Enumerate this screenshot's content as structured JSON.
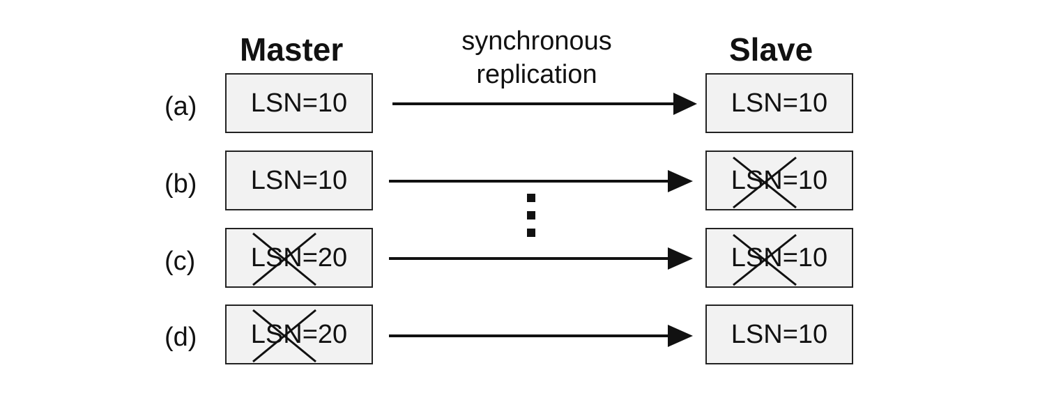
{
  "headers": {
    "master": "Master",
    "slave": "Slave"
  },
  "replication_label": [
    "synchronous",
    "replication"
  ],
  "rows": [
    {
      "label": "(a)",
      "master": {
        "text": "LSN=10",
        "crossed": false
      },
      "slave": {
        "text": "LSN=10",
        "crossed": false
      }
    },
    {
      "label": "(b)",
      "master": {
        "text": "LSN=10",
        "crossed": false
      },
      "slave": {
        "text": "LSN=10",
        "crossed": true
      }
    },
    {
      "label": "(c)",
      "master": {
        "text": "LSN=20",
        "crossed": true
      },
      "slave": {
        "text": "LSN=10",
        "crossed": true
      }
    },
    {
      "label": "(d)",
      "master": {
        "text": "LSN=20",
        "crossed": true
      },
      "slave": {
        "text": "LSN=10",
        "crossed": false
      }
    }
  ],
  "ellipsis": "⋮"
}
